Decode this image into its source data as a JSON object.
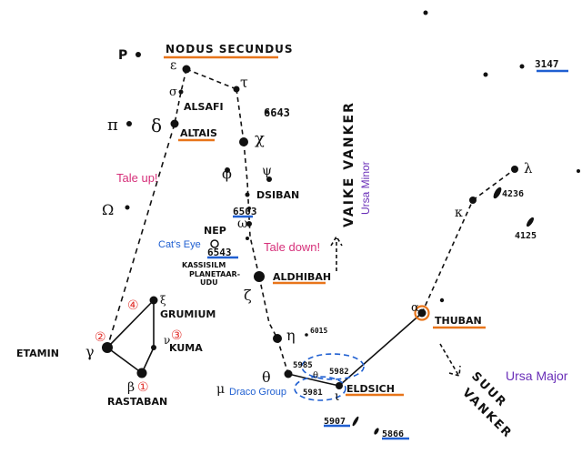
{
  "colors": {
    "ink": "#111111",
    "orange": "#e8751a",
    "blue": "#1f5fd1",
    "pink": "#d6307a",
    "purple": "#6a2fb8",
    "red": "#e2342f"
  },
  "labels": {
    "p": "P",
    "nodus": "NODUS SECUNDUS",
    "epsilon": "ε",
    "tau": "τ",
    "sigma": "σ",
    "alsafi": "ALSAFI",
    "n6643": "6643",
    "pi": "π",
    "delta": "δ",
    "altais": "ALTAIS",
    "chi": "χ",
    "phi": "ϕ",
    "psi": "ψ",
    "dsiban": "DSIBAN",
    "omega": "ω",
    "n6503": "6503",
    "nep": "NEP",
    "n6543": "6543",
    "kassisilm": "KASSISILM",
    "planetaar": "PLANETAAR-",
    "udu": "UDU",
    "cats_eye": "Cat's Eye",
    "tale_up": "Tale up!",
    "tale_down": "Tale down!",
    "omega_left": "Ω",
    "xi": "ξ",
    "aldhibah": "ALDHIBAH",
    "zeta": "ζ",
    "eta": "η",
    "n6015": "6015",
    "nu_greek": "ν",
    "grumium": "GRUMIUM",
    "etamin": "ETAMIN",
    "gamma": "γ",
    "kuma": "KUMA",
    "beta": "β",
    "rastaban": "RASTABAN",
    "mu": "μ",
    "theta": "θ",
    "n5985": "5985",
    "n5982": "5982",
    "n5981": "5981",
    "iota": "ι",
    "eldsich": "ELDSICH",
    "draco_group": "Draco Group",
    "n5907": "5907",
    "n5866": "5866",
    "alpha": "α",
    "thuban": "THUBAN",
    "kappa": "κ",
    "n4236": "4236",
    "lambda": "λ",
    "n4125": "4125",
    "n3147": "3147",
    "vaike_vanker": "VAIKE VANKER",
    "ursa_minor": "Ursa Minor",
    "suur": "SUUR",
    "vanker": "VANKER",
    "ursa_major": "Ursa Major",
    "c1": "①",
    "c2": "②",
    "c3": "③",
    "c4": "④"
  }
}
